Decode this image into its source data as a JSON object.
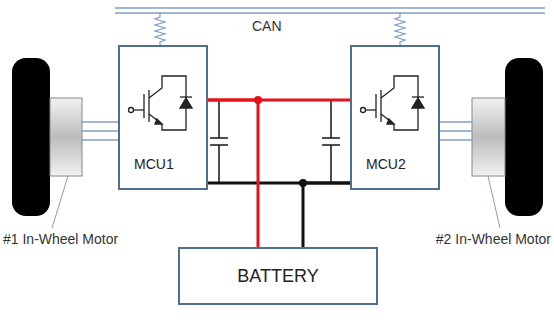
{
  "diagram": {
    "nodes": [
      {
        "text": [
          "MCU1"
        ]
      },
      {
        "text": [
          "MCU2"
        ]
      },
      {
        "text": [
          "BATTERY"
        ]
      }
    ],
    "edges": [
      {
        "from": 0,
        "to": 1,
        "arrow": "none"
      },
      {
        "from": 0,
        "to": 2,
        "arrow": "none"
      },
      {
        "from": 1,
        "to": 2,
        "arrow": "none"
      }
    ],
    "labels": [
      "CAN",
      "#1 In-Wheel Motor",
      "#2 In-Wheel Motor"
    ]
  }
}
